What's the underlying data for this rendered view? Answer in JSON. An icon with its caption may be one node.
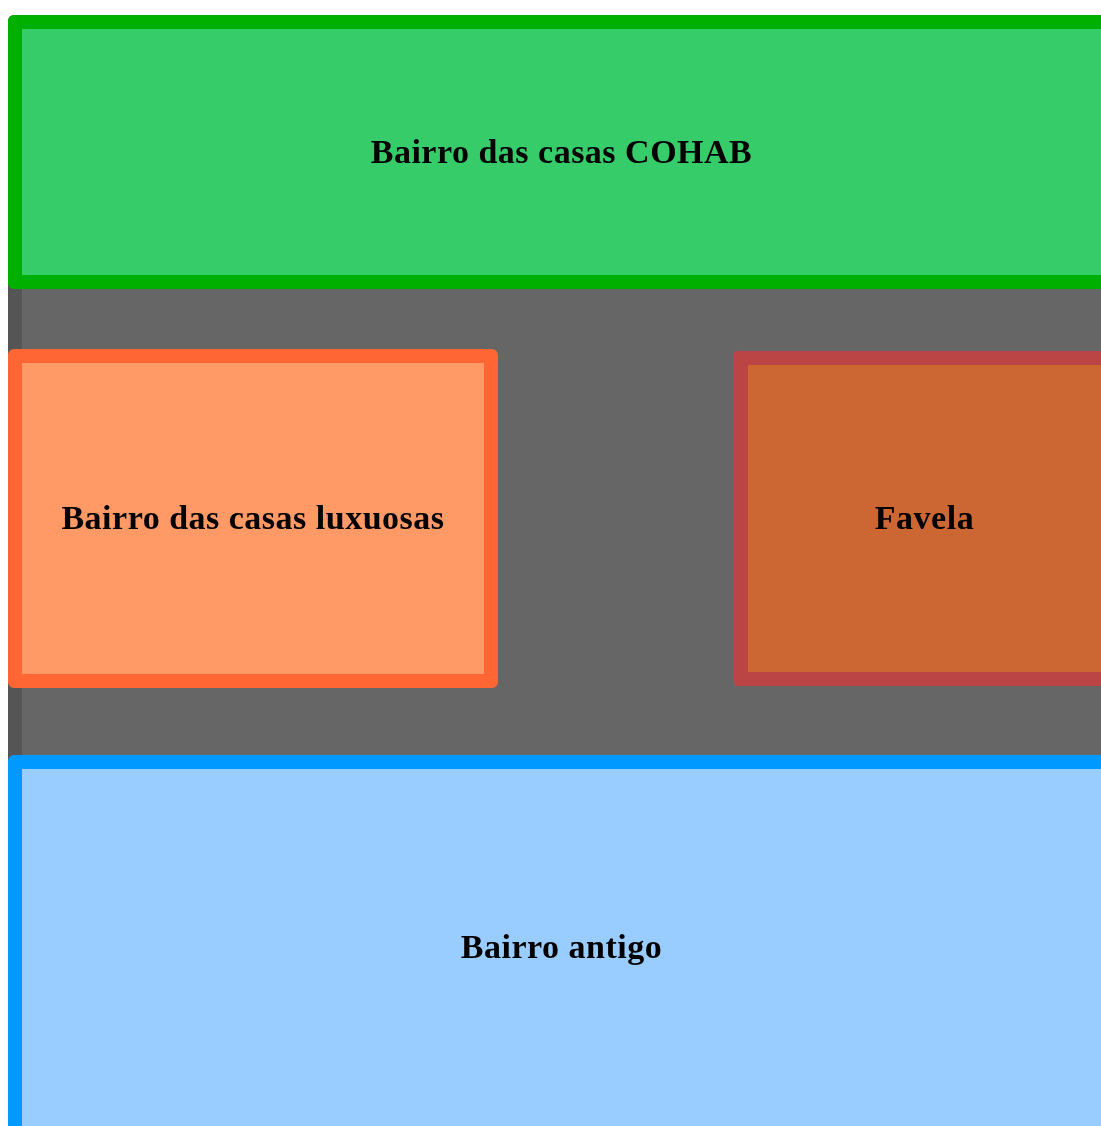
{
  "diagram": {
    "nodes": [
      {
        "text": [
          "Bairro das casas COHAB"
        ]
      },
      {
        "text": [
          "Bairro das casas luxuosas"
        ]
      },
      {
        "text": [
          "Favela"
        ]
      },
      {
        "text": [
          "Bairro antigo"
        ]
      }
    ]
  }
}
